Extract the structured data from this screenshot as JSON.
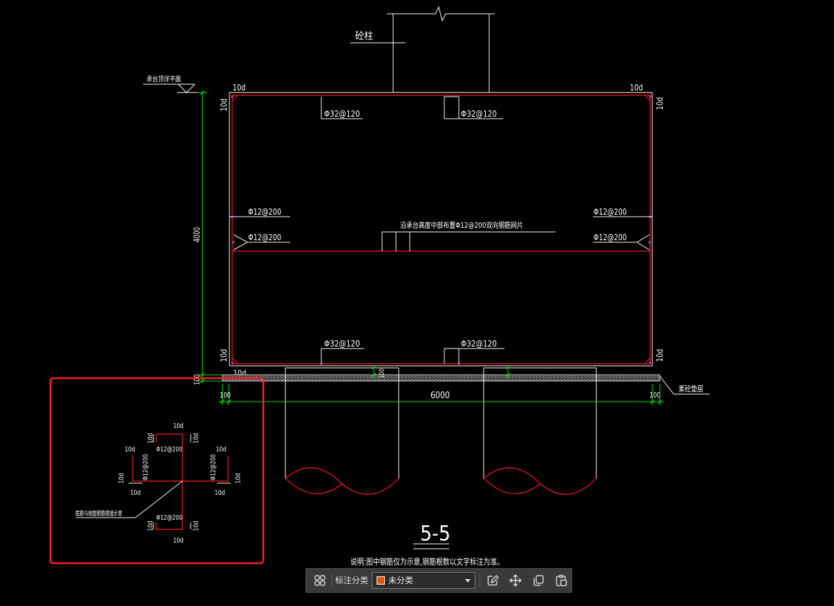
{
  "drawing": {
    "column_label": "砼柱",
    "cap_top_label": "承台顶详平面",
    "dim_10d": "10d",
    "top_bar_spec": "Φ32@120",
    "bottom_bar_spec": "Φ32@120",
    "side_bar_spec": "Φ12@200",
    "mid_mesh_note": "沿承台高度中部布置Φ12@200双向钢筋网片",
    "height_dim": "4000",
    "edge_dim": "100",
    "width_dim": "6000",
    "cushion_label": "素砼垫层",
    "section_title": "5-5",
    "note": "说明:图中钢筋仅为示意,钢筋根数以文字标注为准。"
  },
  "detail": {
    "dim_10d": "10d",
    "bar_spec": "Φ12@200",
    "lap_note": "底筋与侧面钢筋搭接示意"
  },
  "toolbar": {
    "label": "标注分类",
    "category": "未分类",
    "category_color": "#e8560c",
    "icons": [
      "grid-icon",
      "edit-icon",
      "move-icon",
      "copy-icon",
      "paste-icon",
      "chevron-down-icon"
    ]
  },
  "colors": {
    "background": "#000000",
    "outline": "#ffffff",
    "rebar": "#ff1a1a",
    "dimension": "#00e600",
    "highlight_frame": "#ff2020",
    "toolbar_bg": "#3a3a3a"
  }
}
